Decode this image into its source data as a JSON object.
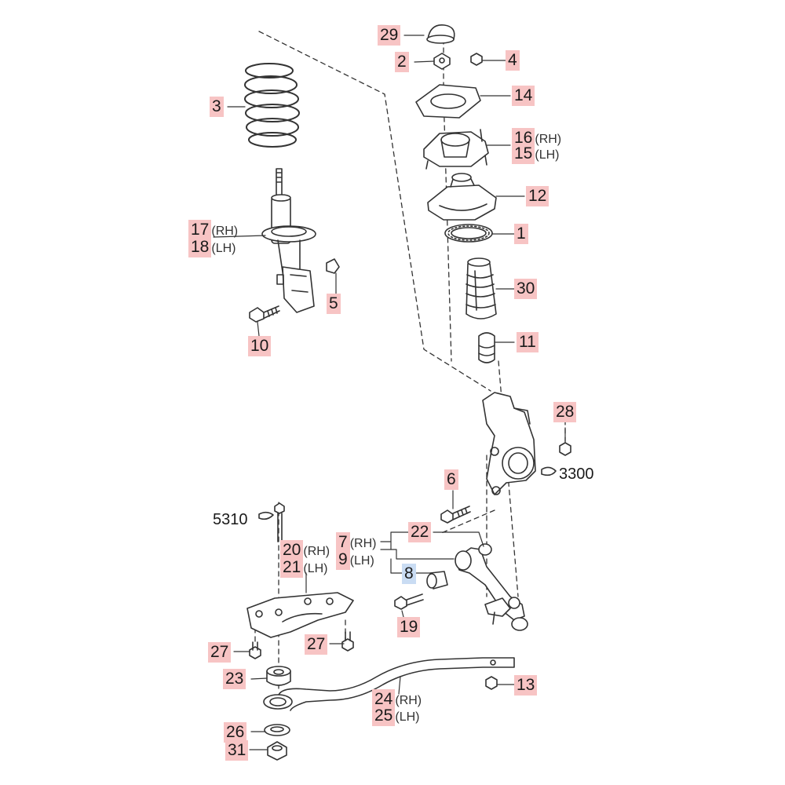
{
  "callouts": [
    {
      "id": "29",
      "num": "29",
      "suffix": "",
      "color": "red"
    },
    {
      "id": "2",
      "num": "2",
      "suffix": "",
      "color": "red"
    },
    {
      "id": "4",
      "num": "4",
      "suffix": "",
      "color": "red"
    },
    {
      "id": "3",
      "num": "3",
      "suffix": "",
      "color": "red"
    },
    {
      "id": "14",
      "num": "14",
      "suffix": "",
      "color": "red"
    },
    {
      "id": "16",
      "num": "16",
      "suffix": "(RH)",
      "color": "red"
    },
    {
      "id": "15",
      "num": "15",
      "suffix": "(LH)",
      "color": "red"
    },
    {
      "id": "12",
      "num": "12",
      "suffix": "",
      "color": "red"
    },
    {
      "id": "17",
      "num": "17",
      "suffix": "(RH)",
      "color": "red"
    },
    {
      "id": "18",
      "num": "18",
      "suffix": "(LH)",
      "color": "red"
    },
    {
      "id": "1",
      "num": "1",
      "suffix": "",
      "color": "red"
    },
    {
      "id": "30",
      "num": "30",
      "suffix": "",
      "color": "red"
    },
    {
      "id": "5",
      "num": "5",
      "suffix": "",
      "color": "red"
    },
    {
      "id": "10",
      "num": "10",
      "suffix": "",
      "color": "red"
    },
    {
      "id": "11",
      "num": "11",
      "suffix": "",
      "color": "red"
    },
    {
      "id": "28",
      "num": "28",
      "suffix": "",
      "color": "red"
    },
    {
      "id": "6",
      "num": "6",
      "suffix": "",
      "color": "red"
    },
    {
      "id": "22",
      "num": "22",
      "suffix": "",
      "color": "red"
    },
    {
      "id": "20",
      "num": "20",
      "suffix": "(RH)",
      "color": "red"
    },
    {
      "id": "21",
      "num": "21",
      "suffix": "(LH)",
      "color": "red"
    },
    {
      "id": "7",
      "num": "7",
      "suffix": "(RH)",
      "color": "red"
    },
    {
      "id": "9",
      "num": "9",
      "suffix": "(LH)",
      "color": "red"
    },
    {
      "id": "8",
      "num": "8",
      "suffix": "",
      "color": "blue"
    },
    {
      "id": "19",
      "num": "19",
      "suffix": "",
      "color": "red"
    },
    {
      "id": "27a",
      "num": "27",
      "suffix": "",
      "color": "red"
    },
    {
      "id": "27b",
      "num": "27",
      "suffix": "",
      "color": "red"
    },
    {
      "id": "23",
      "num": "23",
      "suffix": "",
      "color": "red"
    },
    {
      "id": "13",
      "num": "13",
      "suffix": "",
      "color": "red"
    },
    {
      "id": "24",
      "num": "24",
      "suffix": "(RH)",
      "color": "red"
    },
    {
      "id": "25",
      "num": "25",
      "suffix": "(LH)",
      "color": "red"
    },
    {
      "id": "26",
      "num": "26",
      "suffix": "",
      "color": "red"
    },
    {
      "id": "31",
      "num": "31",
      "suffix": "",
      "color": "red"
    }
  ],
  "refs": [
    {
      "id": "3300",
      "text": "3300"
    },
    {
      "id": "5310",
      "text": "5310"
    }
  ],
  "colors": {
    "callout_red": "#f7c4c4",
    "callout_blue": "#c9dcf3",
    "line": "#333333"
  }
}
